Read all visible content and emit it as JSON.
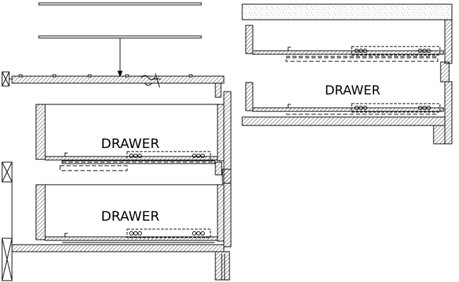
{
  "labels": {
    "drawer_upper_left": "DRAWER",
    "drawer_lower_left": "DRAWER",
    "drawer_right": "DRAWER"
  },
  "colors": {
    "line": "#000000",
    "background": "#ffffff",
    "hatch": "#000000",
    "concrete": "#d9d9d9"
  }
}
